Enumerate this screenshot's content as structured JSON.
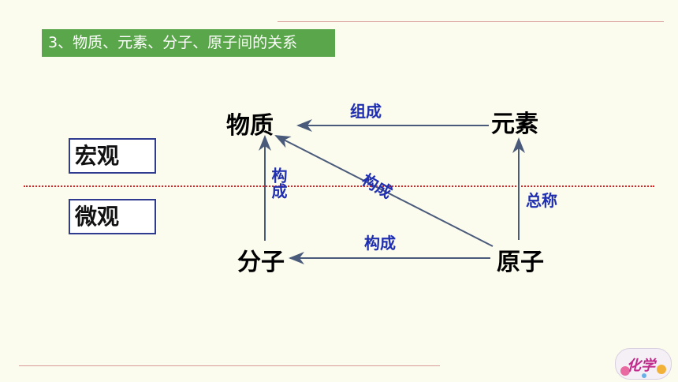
{
  "title": "3、物质、元素、分子、原子间的关系",
  "levels": {
    "macro": "宏观",
    "micro": "微观"
  },
  "nodes": {
    "matter": "物质",
    "element": "元素",
    "molecule": "分子",
    "atom": "原子"
  },
  "relations": {
    "element_to_matter": "组成",
    "molecule_to_matter": "构成",
    "atom_to_matter": "构成",
    "atom_to_molecule": "构成",
    "atom_to_element": "总称"
  },
  "logo_text": "化学",
  "colors": {
    "title_bg": "#5aa64a",
    "relation_text": "#1f2fb0",
    "arrow": "#4a5a7a",
    "divider": "#e02020"
  }
}
